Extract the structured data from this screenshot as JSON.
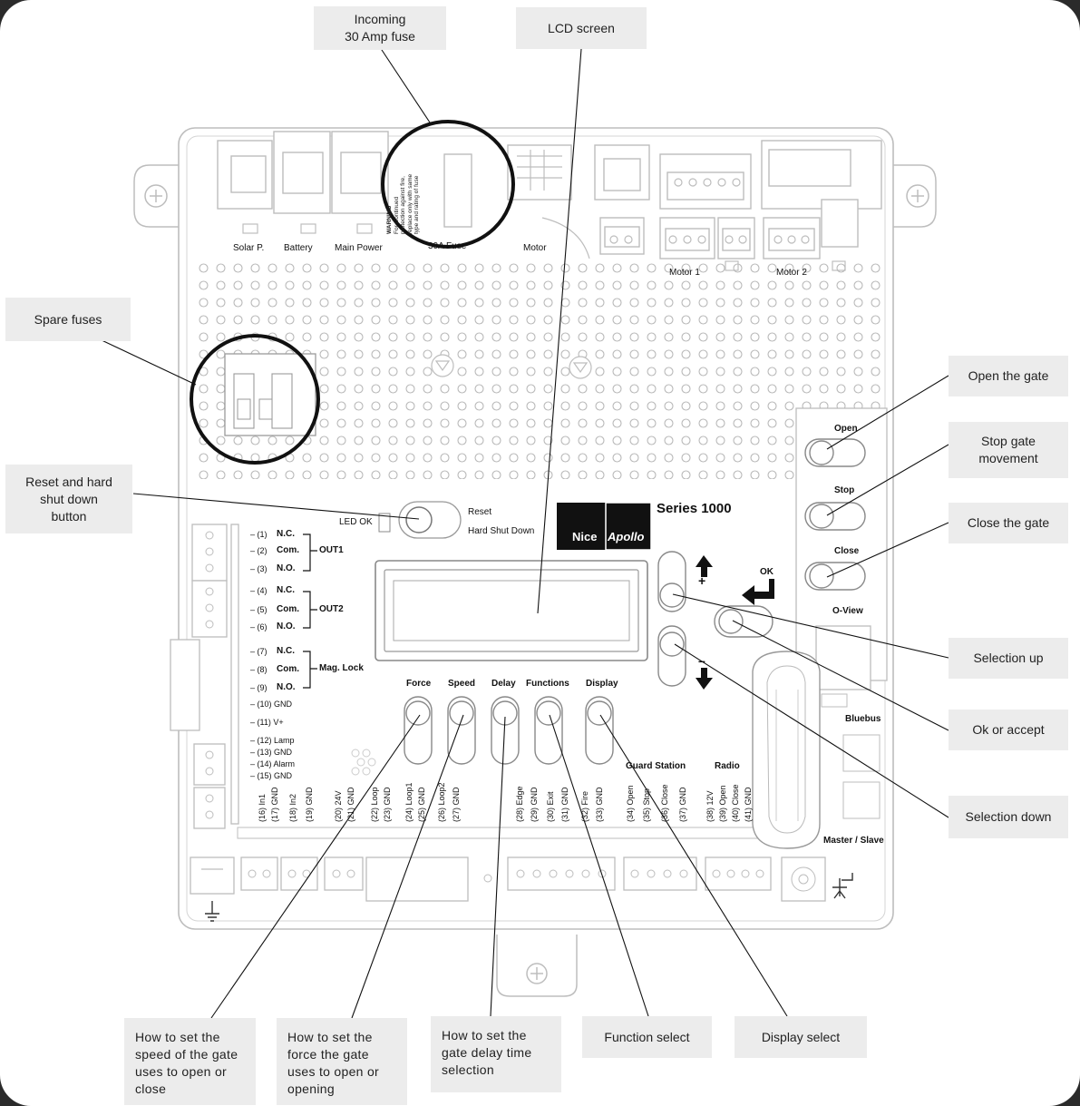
{
  "callouts": {
    "fuse30": "Incoming\n30 Amp fuse",
    "lcd": "LCD screen",
    "spare": "Spare fuses",
    "reset": "Reset and hard\nshut down\nbutton",
    "open": "Open the gate",
    "stop": "Stop gate\nmovement",
    "close": "Close the gate",
    "up": "Selection up",
    "ok": "Ok or accept",
    "down": "Selection down",
    "speed": "How to set the\nspeed of the gate\nuses to open or\nclose",
    "force": "How to set the\nforce the gate\nuses to open or\nopening",
    "delay": "How to set the\ngate delay time\nselection",
    "function": "Function select",
    "display": "Display select"
  },
  "board": {
    "top_labels": {
      "solar": "Solar P.",
      "battery": "Battery",
      "main_power": "Main Power",
      "fuse": "30A Fuse",
      "motor": "Motor",
      "motor1": "Motor 1",
      "motor2": "Motor 2"
    },
    "warning": [
      "WARNING",
      "For Continued",
      "protection against fire,",
      "replace only with same",
      "type and rating of fuse"
    ],
    "led_ok": "LED OK",
    "reset": "Reset",
    "hard_shut_down": "Hard Shut Down",
    "brand_nice": "Nice",
    "brand_apollo": "Apollo",
    "series": "Series 1000",
    "side_buttons": {
      "open": "Open",
      "stop": "Stop",
      "close": "Close",
      "oview": "O-View"
    },
    "ok_label": "OK",
    "plus": "+",
    "minus": "–",
    "bluebus": "Bluebus",
    "master_slave": "Master / Slave",
    "guard_station": "Guard Station",
    "radio": "Radio",
    "bottom_buttons": {
      "force": "Force",
      "speed": "Speed",
      "delay": "Delay",
      "functions": "Functions",
      "display": "Display"
    },
    "out_terminals": [
      {
        "num": "– (1)",
        "name": "N.C."
      },
      {
        "num": "– (2)",
        "name": "Com."
      },
      {
        "num": "– (3)",
        "name": "N.O."
      },
      {
        "num": "– (4)",
        "name": "N.C."
      },
      {
        "num": "– (5)",
        "name": "Com."
      },
      {
        "num": "– (6)",
        "name": "N.O."
      },
      {
        "num": "– (7)",
        "name": "N.C."
      },
      {
        "num": "– (8)",
        "name": "Com."
      },
      {
        "num": "– (9)",
        "name": "N.O."
      }
    ],
    "groups": {
      "out1": "OUT1",
      "out2": "OUT2",
      "mag": "Mag. Lock"
    },
    "misc_terminals": [
      "– (10) GND",
      "– (11) V+",
      "– (12) Lamp",
      "– (13) GND",
      "– (14) Alarm",
      "– (15) GND"
    ],
    "bottom_terminals": [
      "(16) In1",
      "(17) GND",
      "(18) In2",
      "(19) GND",
      "(20) 24V",
      "(21) GND",
      "(22) Loop",
      "(23) GND",
      "(24) Loop1",
      "(25) GND",
      "(26) Loop2",
      "(27) GND",
      "(28) Edge",
      "(29) GND",
      "(30) Exit",
      "(31) GND",
      "(32) Fire",
      "(33) GND",
      "(34) Open",
      "(35) Stop",
      "(36) Close",
      "(37) GND",
      "(38) 12V",
      "(39) Open",
      "(40) Close",
      "(41) GND"
    ]
  }
}
